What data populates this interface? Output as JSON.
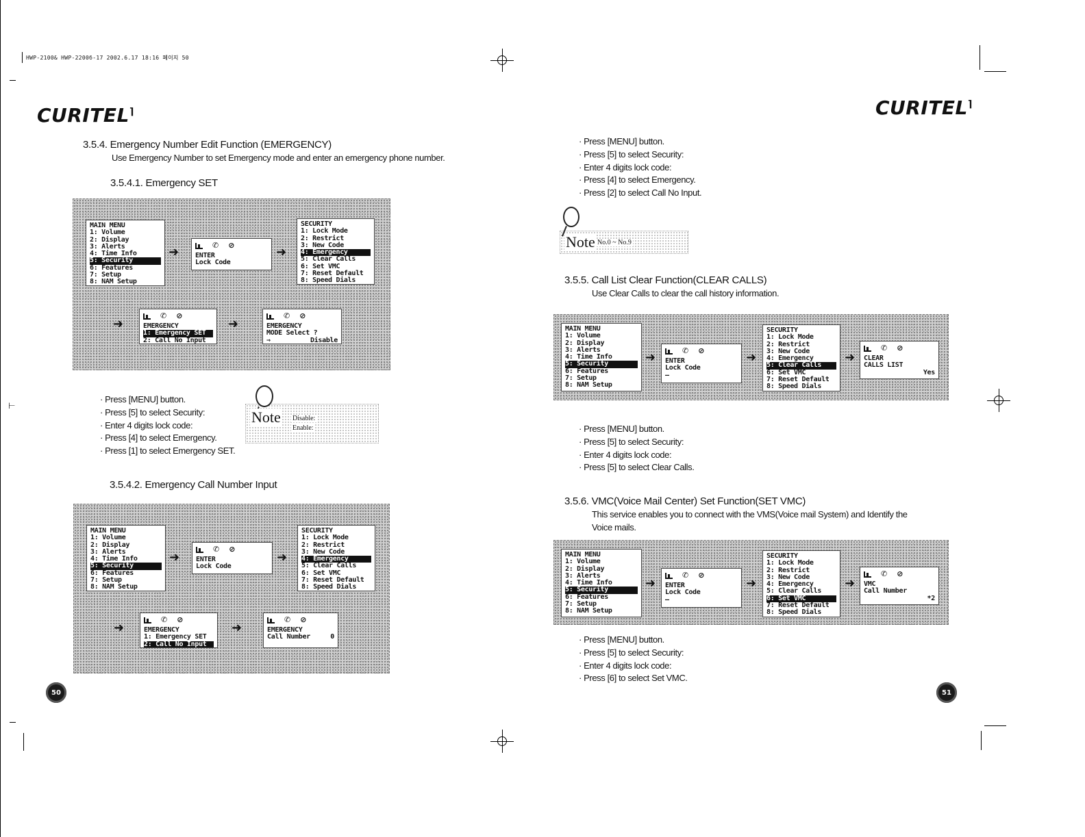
{
  "header": {
    "file_info": "HWP-2100& HWP-2200б-17  2002.6.17 18:16 페이지 50",
    "logo": "CURITEL"
  },
  "left_page": {
    "page_number": "50",
    "section_354": {
      "title": "3.5.4. Emergency Number Edit Function (EMERGENCY)",
      "desc": "Use Emergency Number to set Emergency mode and enter an emergency phone number."
    },
    "section_3541": {
      "title": "3.5.4.1. Emergency SET",
      "steps": [
        "Press [MENU] button.",
        "Press [5] to select Security:",
        "Enter 4 digits lock code:",
        "Press [4] to select Emergency.",
        "Press [1] to select Emergency SET."
      ],
      "note": {
        "label": "Note",
        "lines": [
          "Disable:",
          "Enable:"
        ]
      }
    },
    "section_3542": {
      "title": "3.5.4.2. Emergency Call Number Input"
    }
  },
  "right_page": {
    "page_number": "51",
    "steps_top": [
      "Press [MENU] button.",
      "Press [5] to select Security:",
      "Enter 4 digits lock code:",
      "Press [4] to select Emergency.",
      "Press [2] to select Call No Input."
    ],
    "note_top": {
      "label": "Note",
      "text": "No.0 ~ No.9"
    },
    "section_355": {
      "title": "3.5.5. Call List Clear Function(CLEAR CALLS)",
      "desc": "Use Clear Calls to clear the call history information.",
      "steps": [
        "Press [MENU] button.",
        "Press [5] to select Security:",
        "Enter 4 digits lock code:",
        "Press [5] to select Clear Calls."
      ]
    },
    "section_356": {
      "title": "3.5.6. VMC(Voice Mail Center) Set Function(SET VMC)",
      "desc_line1": "This service enables you to connect  with the VMS(Voice mail System) and  Identify the",
      "desc_line2": "Voice mails.",
      "steps": [
        "Press [MENU] button.",
        "Press [5] to select Security:",
        "Enter 4 digits lock code:",
        "Press [6] to select Set VMC."
      ]
    }
  },
  "screens": {
    "arrow": "➜",
    "main_menu": {
      "title": "MAIN MENU",
      "items": [
        "1: Volume",
        "2: Display",
        "3: Alerts",
        "4: Time Info",
        "5: Security",
        "6: Features",
        "7: Setup",
        "8: NAM Setup"
      ]
    },
    "lock": {
      "line1": "ENTER",
      "line2": "Lock Code",
      "cursor": "—"
    },
    "security": {
      "title": "SECURITY",
      "items": [
        "1: Lock Mode",
        "2: Restrict",
        "3: New Code",
        "4: Emergency",
        "5: Clear  Calls",
        "6: Set VMC",
        "7: Reset Default",
        "8: Speed Dials"
      ]
    },
    "emergency_menu": {
      "title": "EMERGENCY",
      "items": [
        "1: Emergency SET",
        "2: Call No Input"
      ]
    },
    "emergency_mode": {
      "line1": "EMERGENCY",
      "line2": "MODE Select ?",
      "pointer": "⇒",
      "value": "Disable"
    },
    "emergency_number": {
      "line1": "EMERGENCY",
      "label": "Call Number",
      "value": "0"
    },
    "clear_calls": {
      "line1": "CLEAR",
      "line2": "CALLS LIST",
      "value": "Yes"
    },
    "vmc": {
      "line1": "VMC",
      "label": "Call Number",
      "value": "*2"
    }
  }
}
